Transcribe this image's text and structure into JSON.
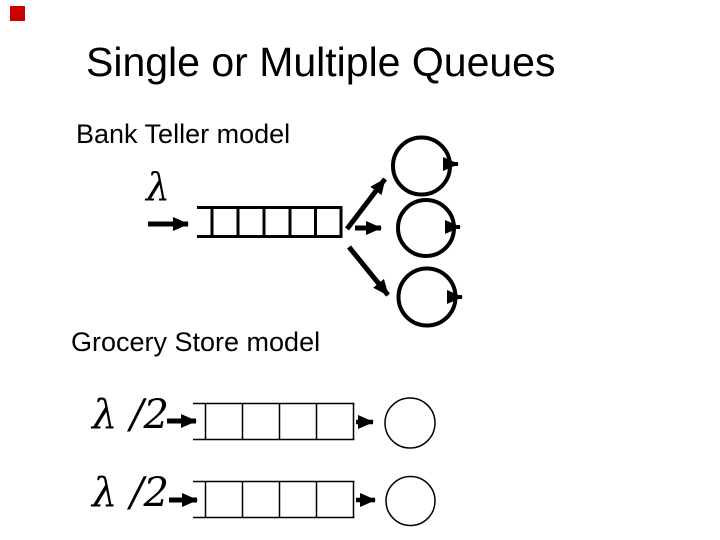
{
  "slide": {
    "title": "Single or Multiple Queues",
    "background_color": "#ffffff",
    "text_color": "#000000",
    "corner_marker_color": "#cc0000"
  },
  "bank_teller": {
    "label": "Bank Teller model",
    "arrival_rate_label": "λ",
    "queue_cells": 5,
    "servers": 3
  },
  "grocery_store": {
    "label": "Grocery Store model",
    "lines": [
      {
        "arrival_rate_label": "λ /2",
        "queue_cells": 4,
        "servers": 1
      },
      {
        "arrival_rate_label": "λ /2",
        "queue_cells": 4,
        "servers": 1
      }
    ]
  }
}
